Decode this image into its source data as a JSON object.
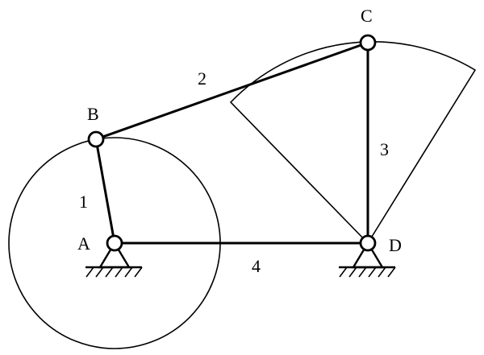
{
  "points": {
    "A": "A",
    "B": "B",
    "C": "C",
    "D": "D"
  },
  "links": {
    "l1": "1",
    "l2": "2",
    "l3": "3",
    "l4": "4"
  },
  "colors": {
    "stroke": "#000000",
    "background": "#ffffff"
  }
}
